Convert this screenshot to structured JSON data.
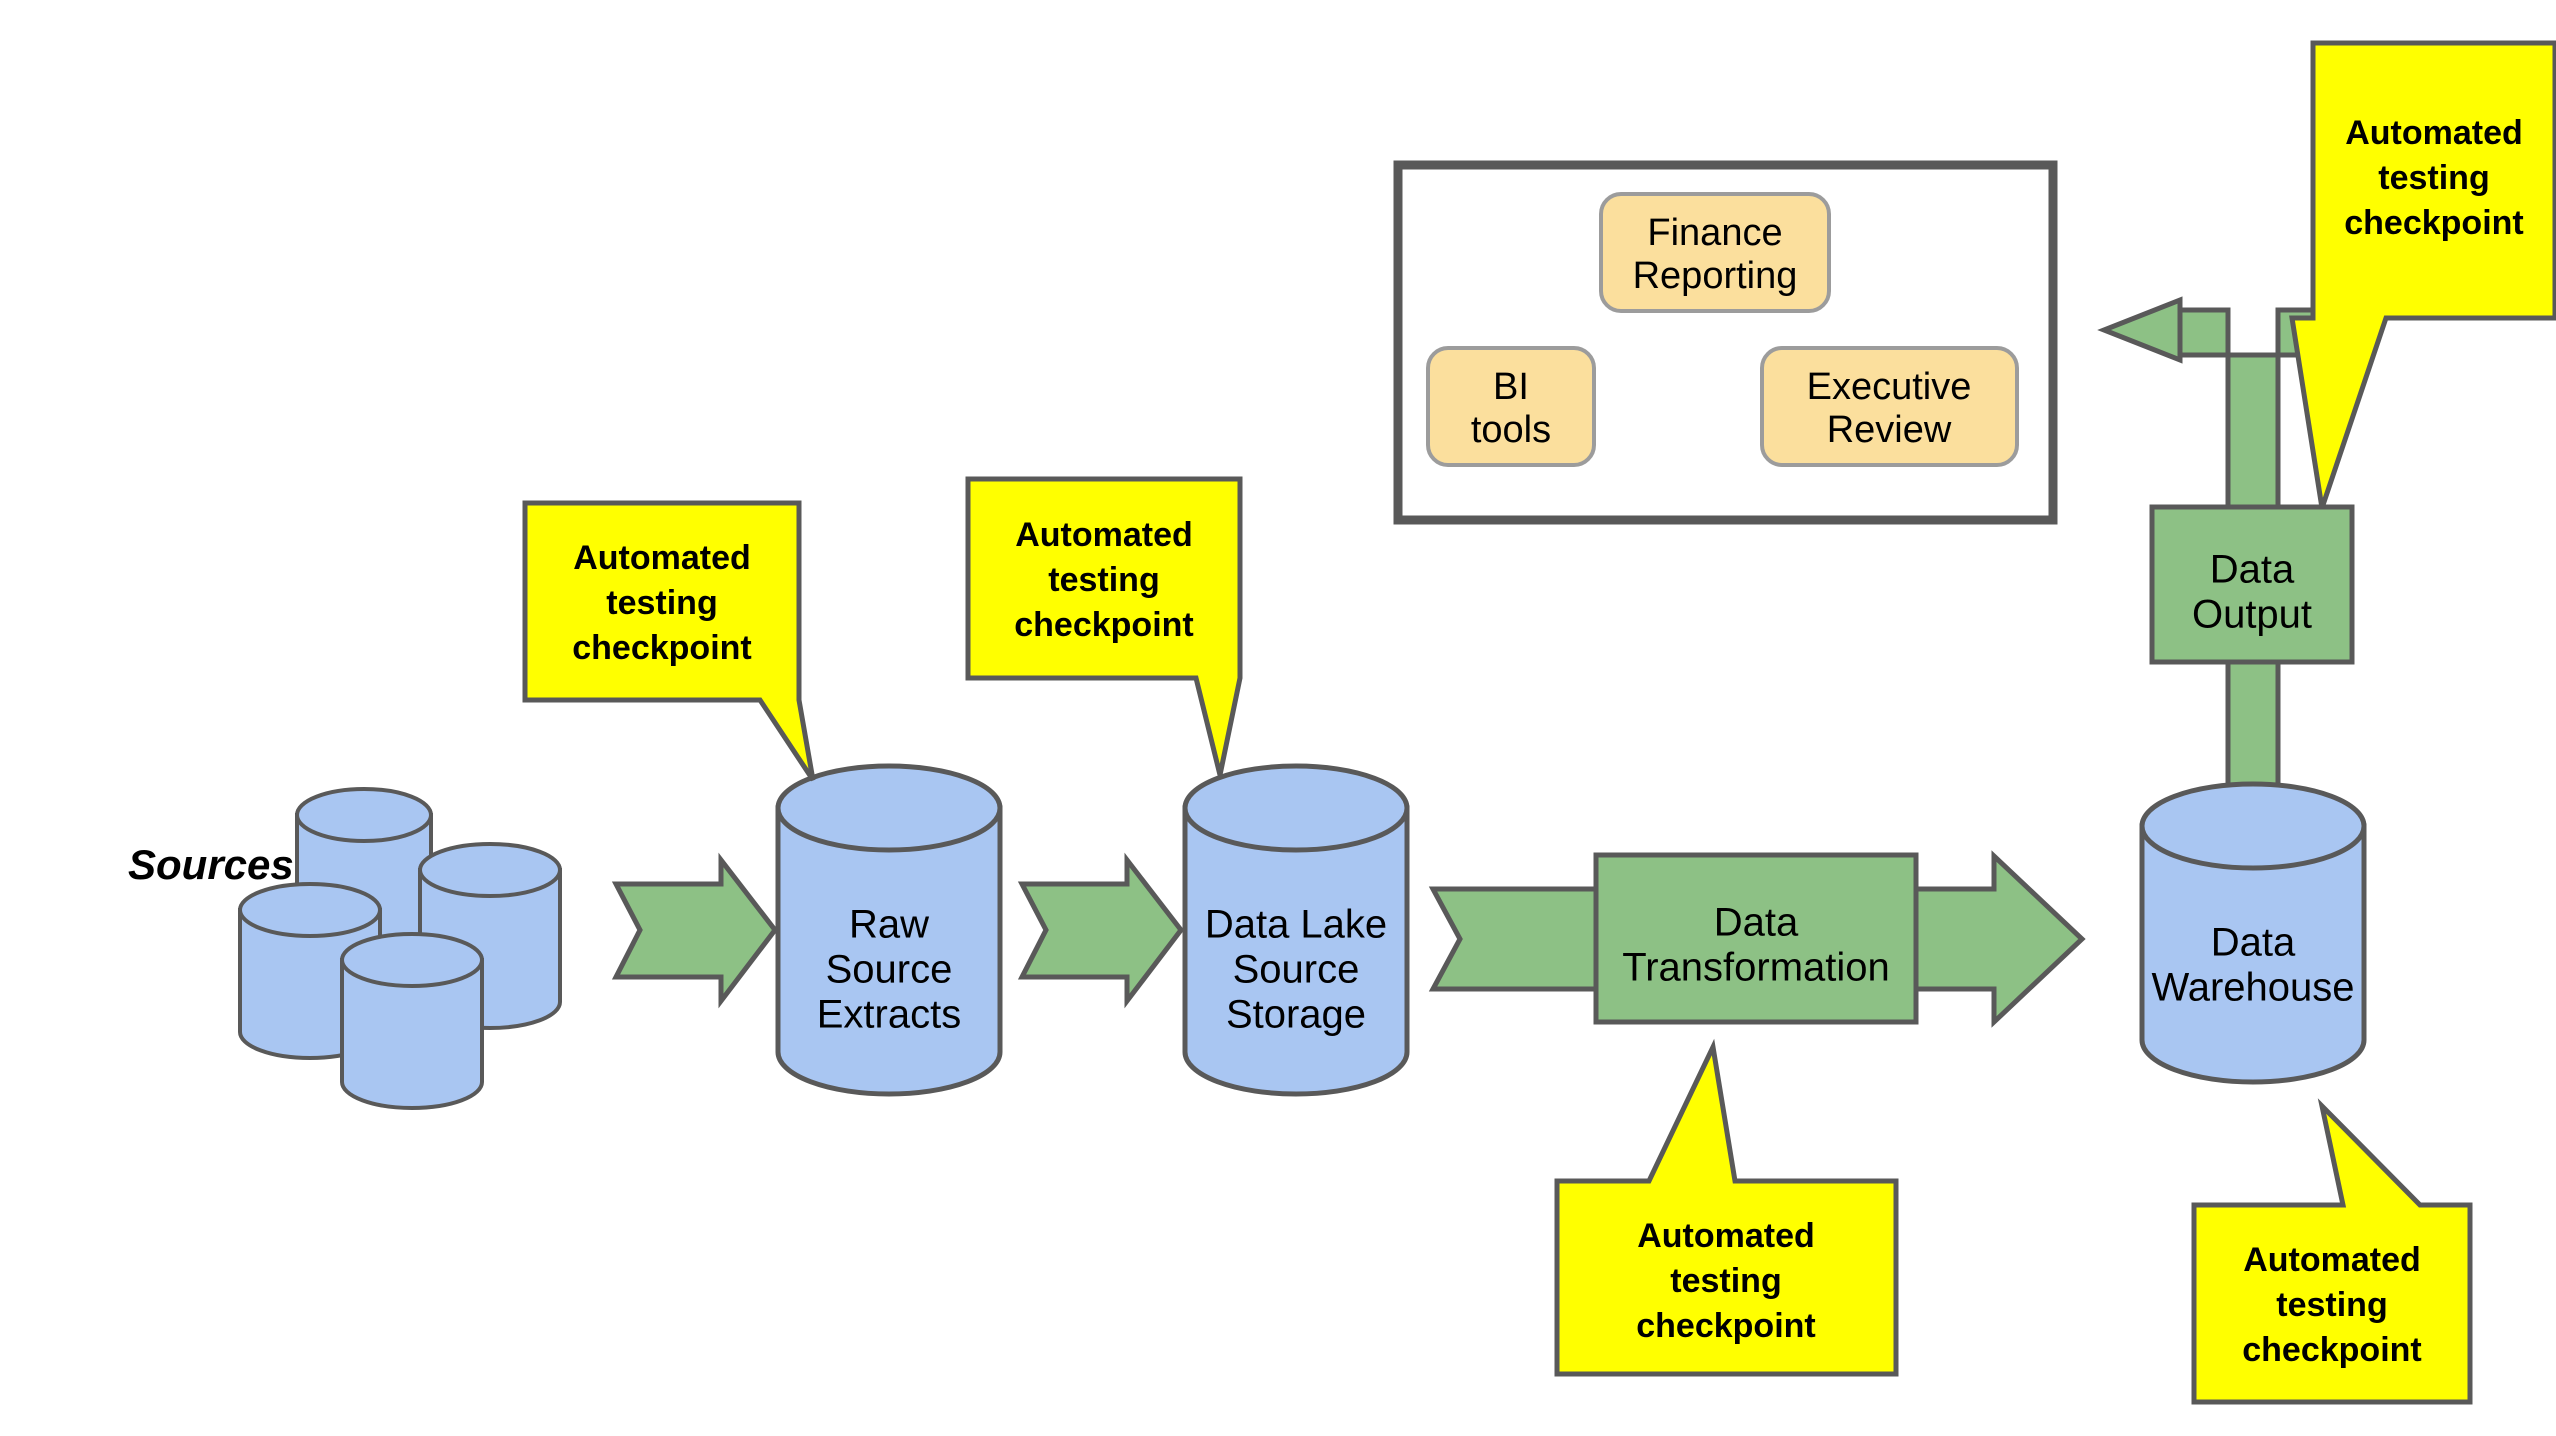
{
  "diagram": {
    "title": "Data pipeline with automated testing checkpoints",
    "colors": {
      "cylinder_fill": "#a9c6f2",
      "arrow_fill": "#8dc185",
      "process_fill": "#8dc185",
      "callout_fill": "#ffff00",
      "consumer_fill": "#fbdf9d",
      "stroke": "#595959",
      "group_border": "#595959",
      "background": "#ffffff"
    },
    "sources_label": "Sources",
    "nodes": [
      {
        "id": "raw-source-extracts",
        "shape": "cylinder",
        "lines": [
          "Raw",
          "Source",
          "Extracts"
        ]
      },
      {
        "id": "data-lake-source-storage",
        "shape": "cylinder",
        "lines": [
          "Data Lake",
          "Source",
          "Storage"
        ]
      },
      {
        "id": "data-transformation",
        "shape": "rectangle",
        "lines": [
          "Data",
          "Transformation"
        ]
      },
      {
        "id": "data-warehouse",
        "shape": "cylinder",
        "lines": [
          "Data",
          "Warehouse"
        ]
      },
      {
        "id": "data-output",
        "shape": "rectangle",
        "lines": [
          "Data",
          "Output"
        ]
      }
    ],
    "consumers_group": {
      "items": [
        {
          "id": "finance-reporting",
          "lines": [
            "Finance",
            "Reporting"
          ]
        },
        {
          "id": "bi-tools",
          "lines": [
            "BI",
            "tools"
          ]
        },
        {
          "id": "executive-review",
          "lines": [
            "Executive",
            "Review"
          ]
        }
      ]
    },
    "callouts": [
      {
        "id": "callout-raw-source-extracts",
        "lines": [
          "Automated",
          "testing",
          "checkpoint"
        ]
      },
      {
        "id": "callout-data-lake",
        "lines": [
          "Automated",
          "testing",
          "checkpoint"
        ]
      },
      {
        "id": "callout-data-transformation",
        "lines": [
          "Automated",
          "testing",
          "checkpoint"
        ]
      },
      {
        "id": "callout-data-warehouse",
        "lines": [
          "Automated",
          "testing",
          "checkpoint"
        ]
      },
      {
        "id": "callout-data-output",
        "lines": [
          "Automated",
          "testing",
          "checkpoint"
        ]
      }
    ],
    "flows": [
      {
        "id": "flow-sources-to-raw",
        "direction": "right"
      },
      {
        "id": "flow-raw-to-lake",
        "direction": "right"
      },
      {
        "id": "flow-lake-to-transform",
        "direction": "right"
      },
      {
        "id": "flow-transform-to-warehouse",
        "direction": "right"
      },
      {
        "id": "flow-warehouse-to-consumers",
        "direction": "up-left-elbow"
      }
    ]
  }
}
